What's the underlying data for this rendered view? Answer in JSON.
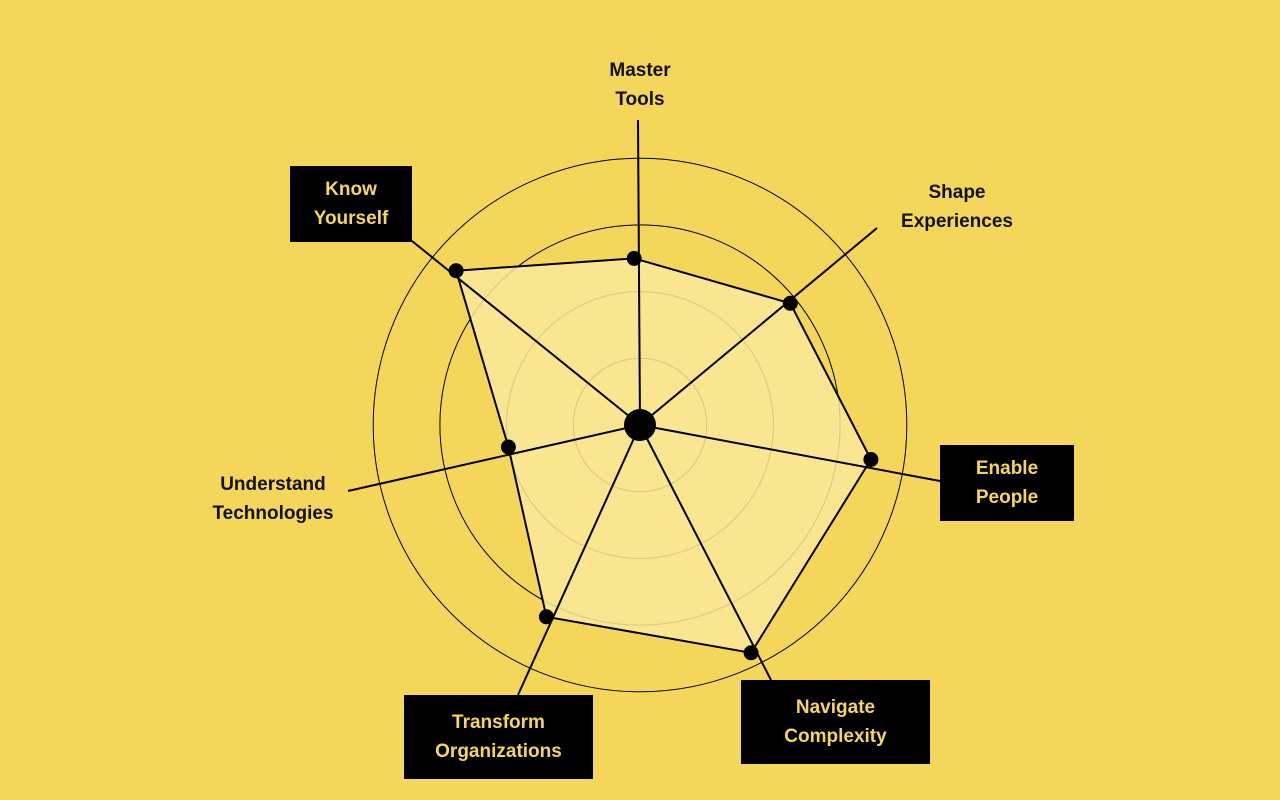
{
  "colors": {
    "background": "#F4D75A",
    "polygon_fill": "#FAE99A",
    "ink": "#000000",
    "label_box_text": "#F4D75A"
  },
  "chart_data": {
    "type": "radar",
    "axes": [
      {
        "lines": [
          "Master",
          "Tools"
        ],
        "style": "plain"
      },
      {
        "lines": [
          "Shape",
          "Experiences"
        ],
        "style": "plain"
      },
      {
        "lines": [
          "Enable",
          "People"
        ],
        "style": "boxed"
      },
      {
        "lines": [
          "Navigate",
          "Complexity"
        ],
        "style": "boxed"
      },
      {
        "lines": [
          "Transform",
          "Organizations"
        ],
        "style": "boxed"
      },
      {
        "lines": [
          "Understand",
          "Technologies"
        ],
        "style": "plain"
      },
      {
        "lines": [
          "Know",
          "Yourself"
        ],
        "style": "boxed"
      }
    ],
    "values": [
      2.5,
      2.9,
      3.5,
      3.8,
      3.2,
      2.0,
      3.6
    ],
    "rings": 4,
    "range": [
      0,
      4
    ]
  }
}
